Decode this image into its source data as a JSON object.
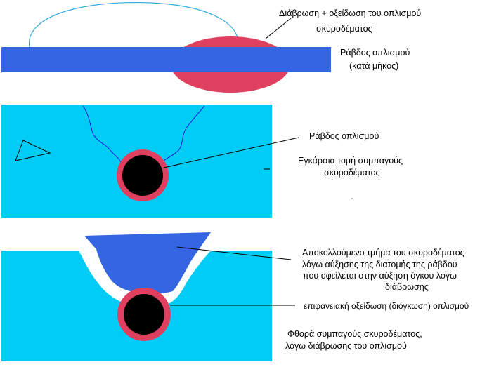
{
  "colors": {
    "concrete": "#00ccf5",
    "rebar_blue": "#3366e0",
    "corrosion_red": "#e0405f",
    "core_black": "#000000",
    "crack_line": "#1a1ae6",
    "leader_line": "#000000",
    "outline_arc": "#33aadd",
    "white_gap": "#ffffff"
  },
  "labels": {
    "corrosion_oxidation": [
      "Διάβρωση  + οξείδωση του οπλισμού",
      "σκυροδέματος"
    ],
    "rebar_longitudinal": [
      "Ράβδος οπλισμού",
      "(κατά μήκος)"
    ],
    "rebar": "Ράβδος οπλισμού",
    "cross_section": [
      "Εγκάρσια τομή συμπαγούς",
      "σκυροδέματος"
    ],
    "spalled_part": [
      "Αποκολλούμενο τμήμα του σκυροδέματος",
      "λόγω αύξησης της διατομής της ράβδου",
      "που οφείλεται στην αύξηση όγκου λόγω",
      "διάβρωσης"
    ],
    "surface_oxidation": "επιφανειακή οξείδωση (διόγκωση) οπλισμού",
    "degradation": [
      "Φθορά συμπαγούς σκυροδέματος,",
      "λόγω διάβρωσης του οπλισμού"
    ]
  }
}
